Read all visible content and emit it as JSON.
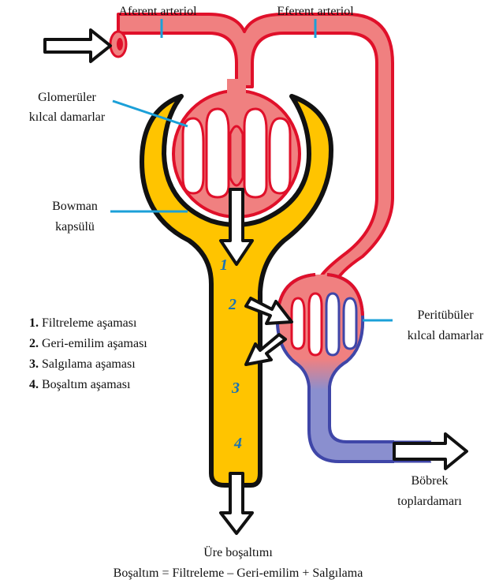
{
  "labels": {
    "afferent": "Aferent arteriol",
    "efferent": "Eferent arteriol",
    "glomerular_1": "Glomerüler",
    "glomerular_2": "kılcal damarlar",
    "bowman_1": "Bowman",
    "bowman_2": "kapsülü",
    "peritubular_1": "Peritübüler",
    "peritubular_2": "kılcal damarlar",
    "renal_vein_1": "Böbrek",
    "renal_vein_2": "toplardamarı"
  },
  "stage_markers": [
    "1",
    "2",
    "3",
    "4"
  ],
  "legend": [
    {
      "num": "1.",
      "text": "Filtreleme aşaması"
    },
    {
      "num": "2.",
      "text": "Geri-emilim aşaması"
    },
    {
      "num": "3.",
      "text": "Salgılama aşaması"
    },
    {
      "num": "4.",
      "text": "Boşaltım aşaması"
    }
  ],
  "caption": {
    "line1": "Üre boşaltımı",
    "line2": "Boşaltım = Filtreleme – Geri-emilim + Salgılama"
  },
  "colors": {
    "artery": "#f08080",
    "artery_stroke": "#e0102a",
    "vein": "#8a8fcf",
    "vein_stroke": "#3f46a8",
    "tubule": "#ffc400",
    "leader": "#1ba0d8",
    "number": "#1a73b5"
  }
}
